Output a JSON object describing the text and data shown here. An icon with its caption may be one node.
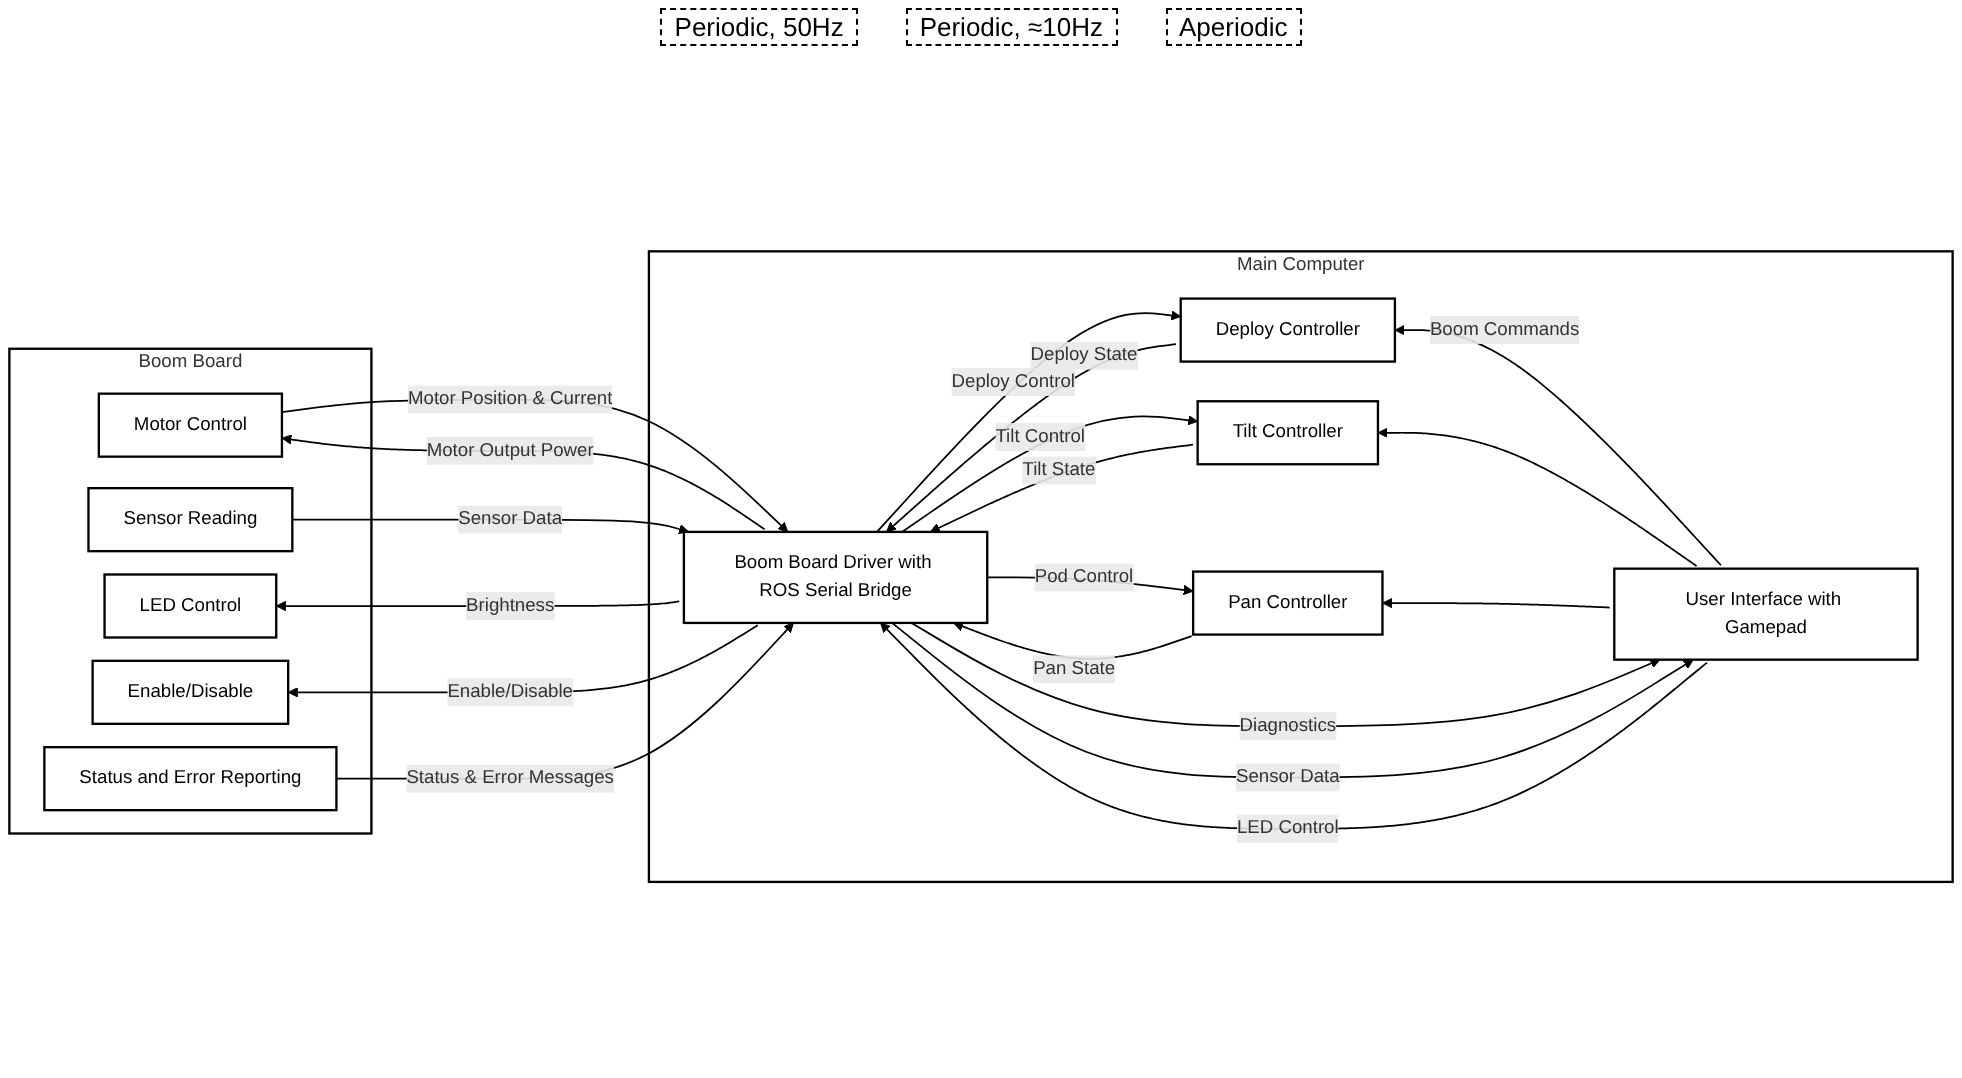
{
  "diagram": {
    "nodes": [
      {
        "text": [
          "Boom Board"
        ]
      },
      {
        "text": [
          "Motor Control"
        ],
        "in": 0
      },
      {
        "text": [
          "Sensor Reading"
        ],
        "in": 0
      },
      {
        "text": [
          "LED Control"
        ],
        "in": 0
      },
      {
        "text": [
          "Enable/Disable"
        ],
        "in": 0
      },
      {
        "text": [
          "Status and Error Reporting"
        ],
        "in": 0
      },
      {
        "text": [
          "Main Computer"
        ]
      },
      {
        "text": [
          "Boom Board Driver with ROS Serial Bridge"
        ],
        "in": 6
      },
      {
        "text": [
          "Pan Controller"
        ],
        "in": 6
      },
      {
        "text": [
          "Tilt Controller"
        ],
        "in": 6
      },
      {
        "text": [
          "Deploy Controller"
        ],
        "in": 6
      },
      {
        "text": [
          "User Interface with Gamepad"
        ],
        "in": 6
      }
    ],
    "edges": [
      {
        "from": 1,
        "to": 7,
        "arrow": "to",
        "label": "Motor Position & Current"
      },
      {
        "from": 7,
        "to": 1,
        "arrow": "to",
        "label": "Motor Output Power"
      },
      {
        "from": 2,
        "to": 7,
        "arrow": "to",
        "label": "Sensor Data"
      },
      {
        "from": 7,
        "to": 3,
        "arrow": "to",
        "label": "Brightness"
      },
      {
        "from": 7,
        "to": 4,
        "arrow": "to",
        "label": "Enable/Disable"
      },
      {
        "from": 5,
        "to": 7,
        "arrow": "to",
        "label": "Status & Error Messages"
      },
      {
        "from": 7,
        "to": 8,
        "arrow": "to",
        "label": "Pod Control"
      },
      {
        "from": 8,
        "to": 7,
        "arrow": "to",
        "label": "Pan State"
      },
      {
        "from": 7,
        "to": 9,
        "arrow": "to",
        "label": "Tilt Control"
      },
      {
        "from": 9,
        "to": 7,
        "arrow": "to",
        "label": "Tilt State"
      },
      {
        "from": 7,
        "to": 10,
        "arrow": "to",
        "label": "Deploy Control"
      },
      {
        "from": 10,
        "to": 7,
        "arrow": "to",
        "label": "Deploy State"
      },
      {
        "from": 11,
        "to": 10,
        "arrow": "to",
        "label": "Boom Commands"
      },
      {
        "from": 11,
        "to": 9,
        "arrow": "to"
      },
      {
        "from": 11,
        "to": 8,
        "arrow": "to"
      },
      {
        "from": 7,
        "to": 11,
        "arrow": "to",
        "label": "Diagnostics"
      },
      {
        "from": 7,
        "to": 11,
        "arrow": "to",
        "label": "Sensor Data"
      },
      {
        "from": 11,
        "to": 7,
        "arrow": "to",
        "label": "LED Control"
      }
    ],
    "labels": [
      "Periodic, 50Hz",
      "Periodic, ≈10Hz",
      "Aperiodic"
    ]
  }
}
